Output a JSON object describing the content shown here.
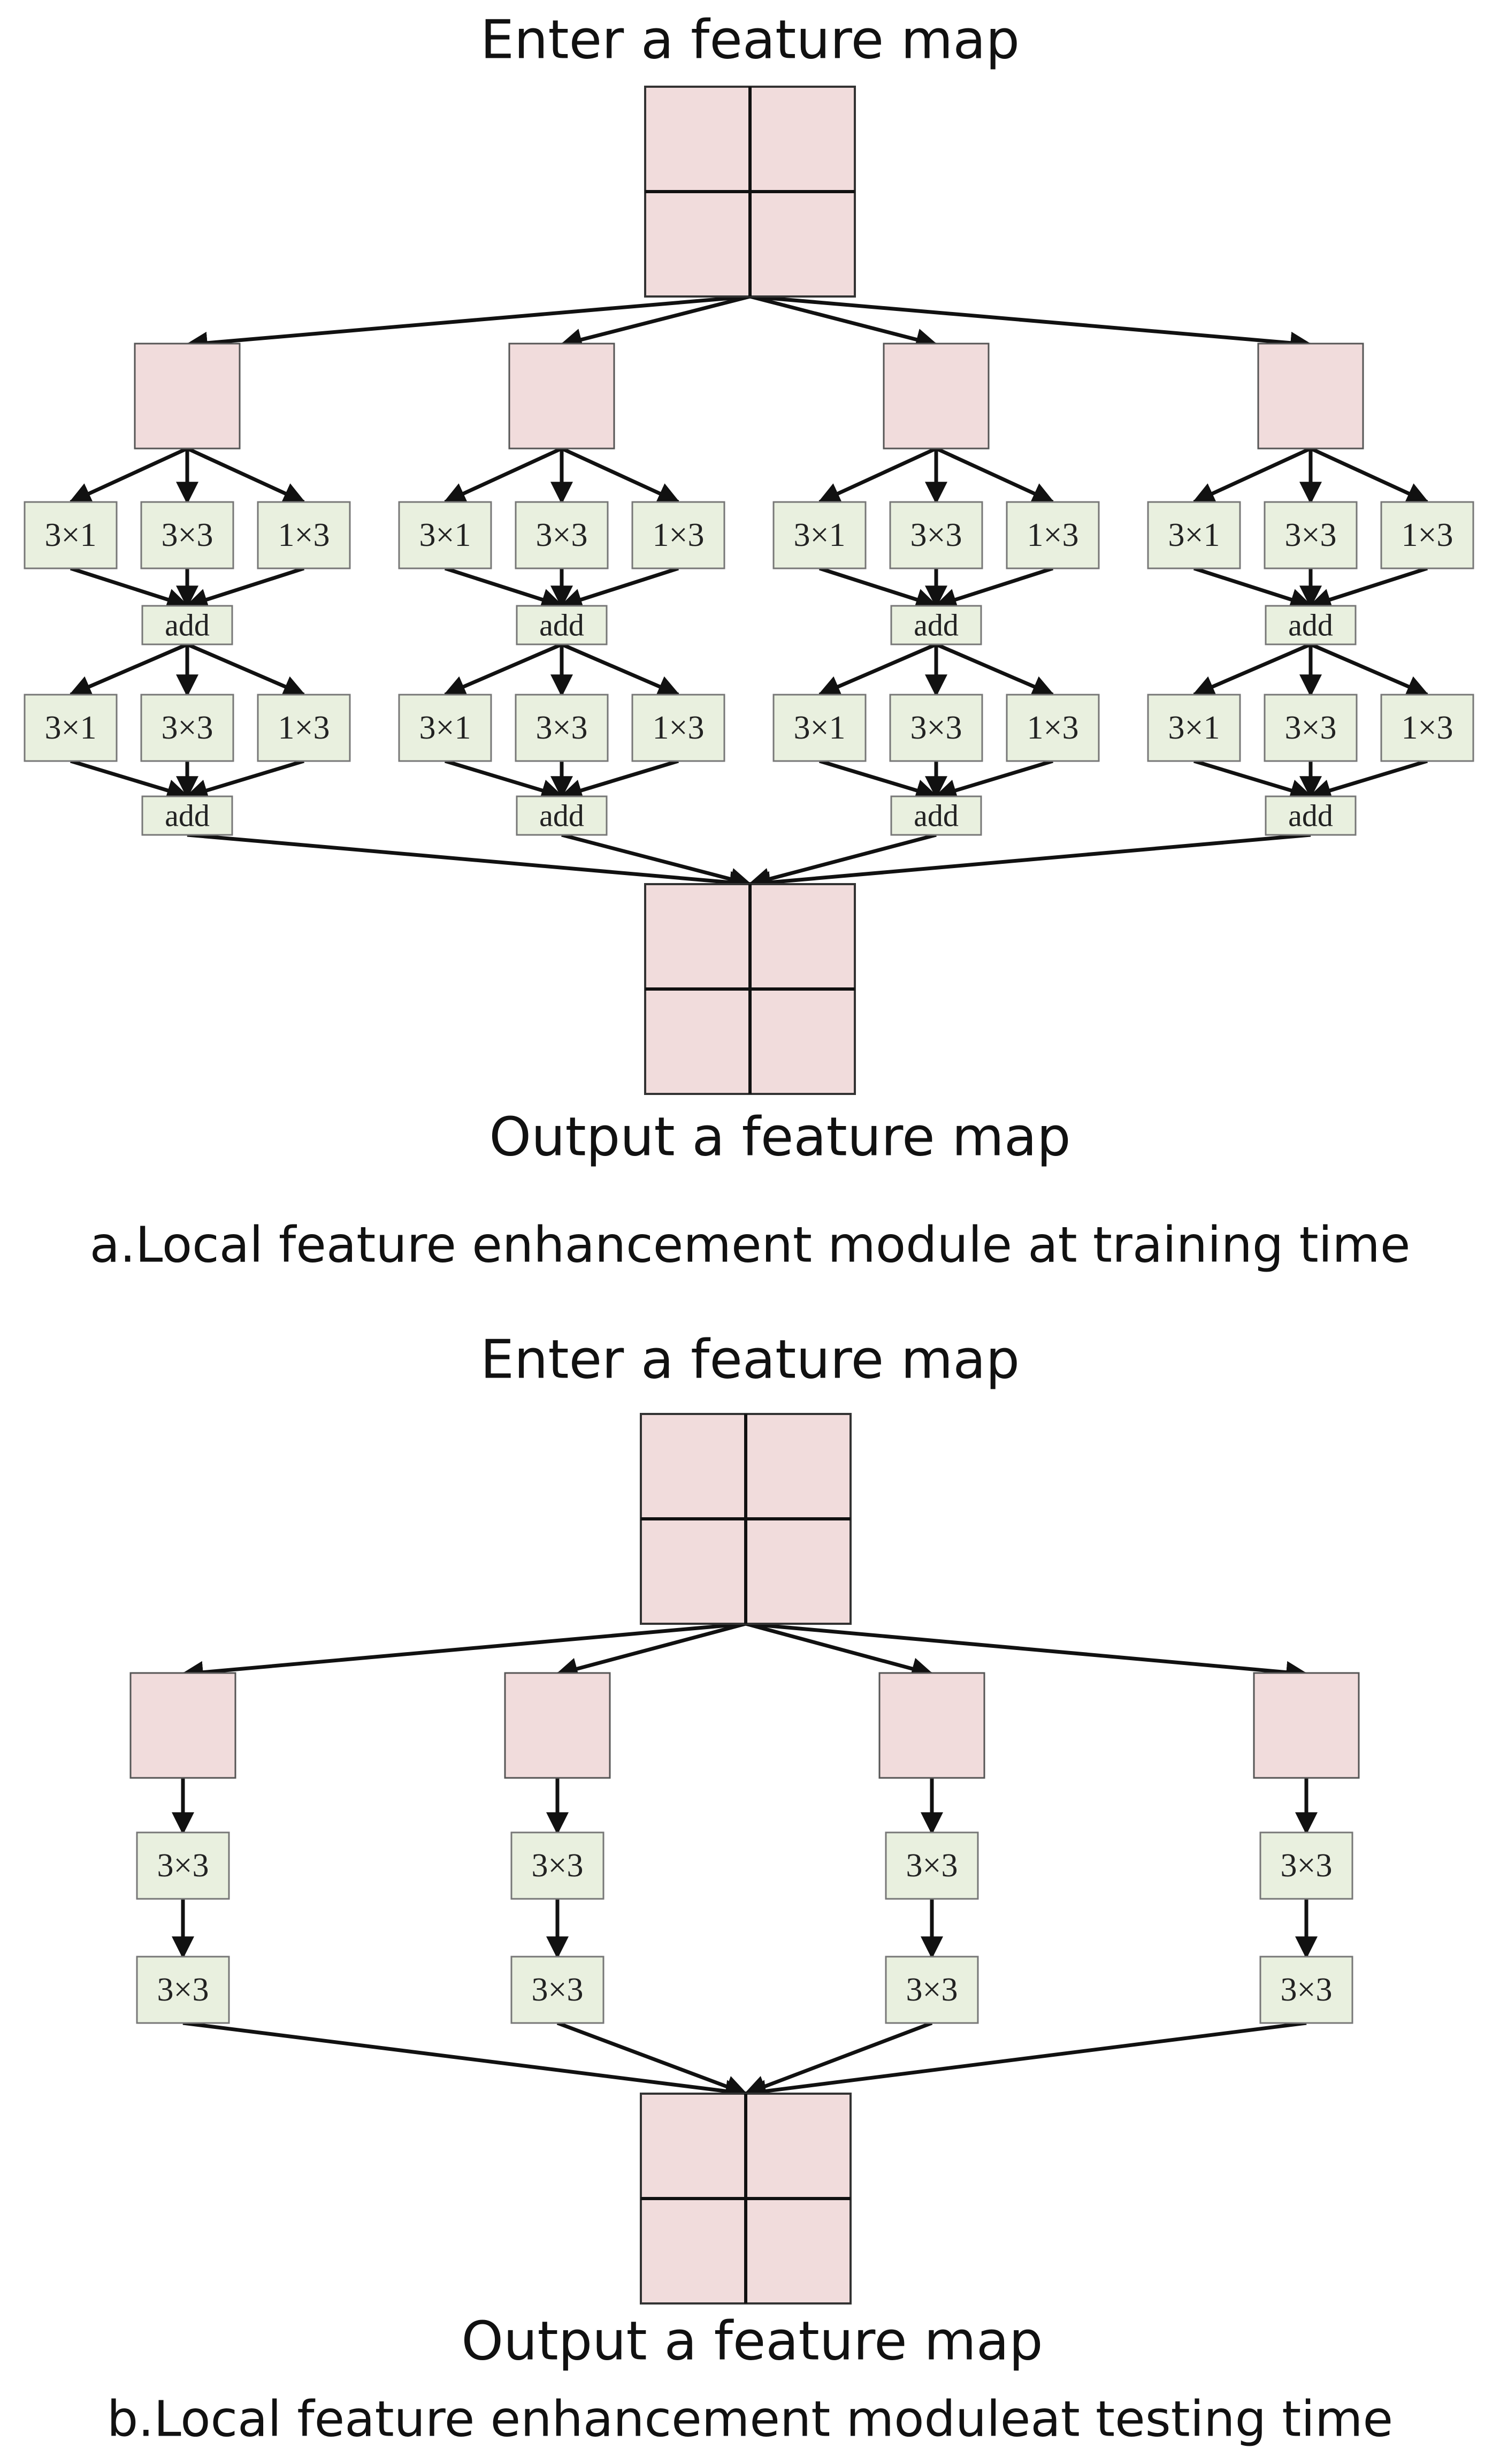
{
  "colors": {
    "feature_map": "#f1dcdc",
    "op_box": "#e9f0df",
    "arrow": "#111111"
  },
  "panel_a": {
    "input_title": "Enter a feature map",
    "output_title": "Output a feature map",
    "caption": "a.Local feature enhancement module at training time",
    "branch_ops": [
      "3×1",
      "3×3",
      "1×3"
    ],
    "add_label": "add",
    "branches": 4
  },
  "panel_b": {
    "input_title": "Enter a feature map",
    "output_title": "Output a feature map",
    "caption": "b.Local feature enhancement moduleat testing time",
    "branch_ops": [
      "3×3",
      "3×3"
    ],
    "branches": 4
  }
}
